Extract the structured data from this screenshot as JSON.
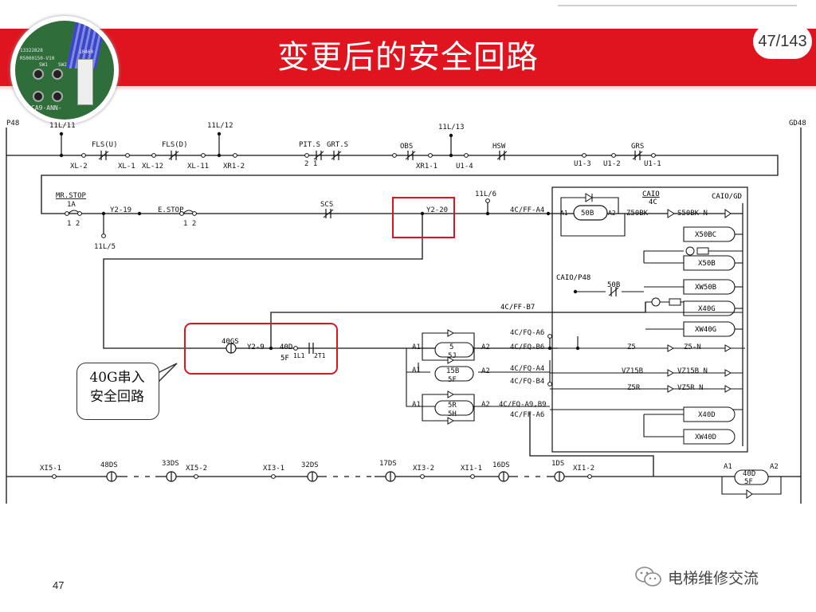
{
  "slide": {
    "title": "变更后的安全回路",
    "page_badge": "47/143",
    "page_number": "47",
    "callout": [
      "40G串入",
      "安全回路"
    ],
    "watermark": "电梯维修交流"
  },
  "photo": {
    "labels": [
      "13322828",
      "R5000150-V10",
      "CA9-ANN-",
      "10460",
      "SW2",
      "SW1"
    ]
  },
  "diagram": {
    "edge_labels": [
      "P48",
      "GD48"
    ],
    "row1_top": [
      "11L/11",
      "FLS(U)",
      "FLS(D)",
      "11L/12",
      "PIT.S",
      "GRT.S",
      "OBS",
      "11L/13",
      "HSW",
      "GRS"
    ],
    "row1_bottom": [
      "XL-2",
      "XL-1",
      "XL-12",
      "XL-11",
      "XR1-2",
      "2 1",
      "XR1-1",
      "U1-4",
      "U1-3",
      "U1-2",
      "U1-1"
    ],
    "row2": [
      "MR.STOP",
      "1A",
      "1 2",
      "Y2-19",
      "E.STOP",
      "1 2",
      "11L/5",
      "SCS",
      "Y2-20",
      "11L/6",
      "4C/FF-A4",
      "A1",
      "50B",
      "A2",
      "Z50BK",
      "S50BK N"
    ],
    "caio": [
      "CAIO",
      "4C",
      "CAIO/GD",
      "X50BC",
      "X50B",
      "XW50B",
      "X40G",
      "XW40G",
      "CAIO/P48",
      "50B"
    ],
    "ff_b7": "4C/FF-B7",
    "row3": [
      "40GS",
      "Y2-9",
      "40D",
      "5F",
      "1L1",
      "2T1"
    ],
    "relays": [
      "A1",
      "5",
      "5J",
      "A2",
      "A1",
      "15B",
      "5F",
      "A2",
      "A1",
      "5R",
      "5H",
      "A2"
    ],
    "fq": [
      "4C/FQ-A6",
      "4C/FQ-B6",
      "4C/FQ-A4",
      "4C/FQ-B4",
      "4C/FQ-A9,B9",
      "4C/FF-A6"
    ],
    "outputs": [
      "Z5",
      "Z5-N",
      "VZ15B",
      "VZ15B N",
      "Z5R",
      "VZ5R N",
      "X40D",
      "XW40D"
    ],
    "bottom": [
      "XI5-1",
      "48DS",
      "33DS",
      "XI5-2",
      "XI3-1",
      "32DS",
      "17DS",
      "XI3-2",
      "XI1-1",
      "16DS",
      "1DS",
      "XI1-2"
    ],
    "bottom_relay": [
      "A1",
      "40D",
      "5F",
      "A2"
    ]
  }
}
